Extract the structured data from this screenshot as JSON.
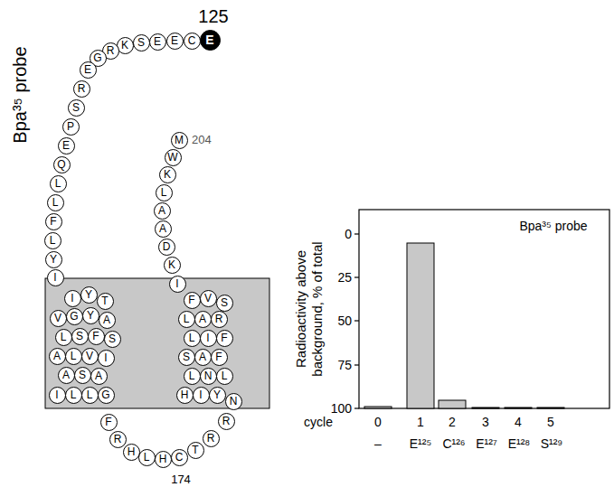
{
  "diagram": {
    "nodes": [
      {
        "text": [
          "E"
        ]
      },
      {
        "text": [
          "C"
        ]
      },
      {
        "text": [
          "E"
        ]
      },
      {
        "text": [
          "E"
        ]
      },
      {
        "text": [
          "S"
        ]
      },
      {
        "text": [
          "K"
        ]
      },
      {
        "text": [
          "R"
        ]
      },
      {
        "text": [
          "G"
        ]
      },
      {
        "text": [
          "E"
        ]
      },
      {
        "text": [
          "R"
        ]
      },
      {
        "text": [
          "S"
        ]
      },
      {
        "text": [
          "P"
        ]
      },
      {
        "text": [
          "E"
        ]
      },
      {
        "text": [
          "Q"
        ]
      },
      {
        "text": [
          "L"
        ]
      },
      {
        "text": [
          "L"
        ]
      },
      {
        "text": [
          "F"
        ]
      },
      {
        "text": [
          "L"
        ]
      },
      {
        "text": [
          "Y"
        ]
      },
      {
        "text": [
          "I"
        ]
      },
      {
        "text": [
          "I"
        ]
      },
      {
        "text": [
          "Y"
        ]
      },
      {
        "text": [
          "T"
        ]
      },
      {
        "text": [
          "V"
        ]
      },
      {
        "text": [
          "G"
        ]
      },
      {
        "text": [
          "Y"
        ]
      },
      {
        "text": [
          "A"
        ]
      },
      {
        "text": [
          "L"
        ]
      },
      {
        "text": [
          "S"
        ]
      },
      {
        "text": [
          "F"
        ]
      },
      {
        "text": [
          "S"
        ]
      },
      {
        "text": [
          "A"
        ]
      },
      {
        "text": [
          "L"
        ]
      },
      {
        "text": [
          "V"
        ]
      },
      {
        "text": [
          "I"
        ]
      },
      {
        "text": [
          "A"
        ]
      },
      {
        "text": [
          "S"
        ]
      },
      {
        "text": [
          "A"
        ]
      },
      {
        "text": [
          "I"
        ]
      },
      {
        "text": [
          "L"
        ]
      },
      {
        "text": [
          "L"
        ]
      },
      {
        "text": [
          "G"
        ]
      },
      {
        "text": [
          "F"
        ]
      },
      {
        "text": [
          "R"
        ]
      },
      {
        "text": [
          "H"
        ]
      },
      {
        "text": [
          "L"
        ]
      },
      {
        "text": [
          "H"
        ]
      },
      {
        "text": [
          "C"
        ]
      },
      {
        "text": [
          "T"
        ]
      },
      {
        "text": [
          "R"
        ]
      },
      {
        "text": [
          "R"
        ]
      },
      {
        "text": [
          "H"
        ]
      },
      {
        "text": [
          "I"
        ]
      },
      {
        "text": [
          "Y"
        ]
      },
      {
        "text": [
          "N"
        ]
      },
      {
        "text": [
          "L"
        ]
      },
      {
        "text": [
          "N"
        ]
      },
      {
        "text": [
          "L"
        ]
      },
      {
        "text": [
          "S"
        ]
      },
      {
        "text": [
          "A"
        ]
      },
      {
        "text": [
          "F"
        ]
      },
      {
        "text": [
          "L"
        ]
      },
      {
        "text": [
          "I"
        ]
      },
      {
        "text": [
          "F"
        ]
      },
      {
        "text": [
          "L"
        ]
      },
      {
        "text": [
          "A"
        ]
      },
      {
        "text": [
          "R"
        ]
      },
      {
        "text": [
          "F"
        ]
      },
      {
        "text": [
          "V"
        ]
      },
      {
        "text": [
          "S"
        ]
      },
      {
        "text": [
          "I"
        ]
      },
      {
        "text": [
          "K"
        ]
      },
      {
        "text": [
          "D"
        ]
      },
      {
        "text": [
          "A"
        ]
      },
      {
        "text": [
          "A"
        ]
      },
      {
        "text": [
          "L"
        ]
      },
      {
        "text": [
          "K"
        ]
      },
      {
        "text": [
          "W"
        ]
      },
      {
        "text": [
          "M"
        ]
      }
    ],
    "labels": [
      "125",
      "204",
      "174",
      "Bpa³⁵ probe",
      "Radioactivity above background, % of total",
      "100",
      "75",
      "50",
      "25",
      "0",
      "Bpa³⁵ probe",
      "cycle",
      "0",
      "1",
      "2",
      "3",
      "4",
      "5",
      "–",
      "E¹²⁵",
      "C¹²⁶",
      "E¹²⁷",
      "E¹²⁸",
      "S¹²⁹"
    ]
  }
}
